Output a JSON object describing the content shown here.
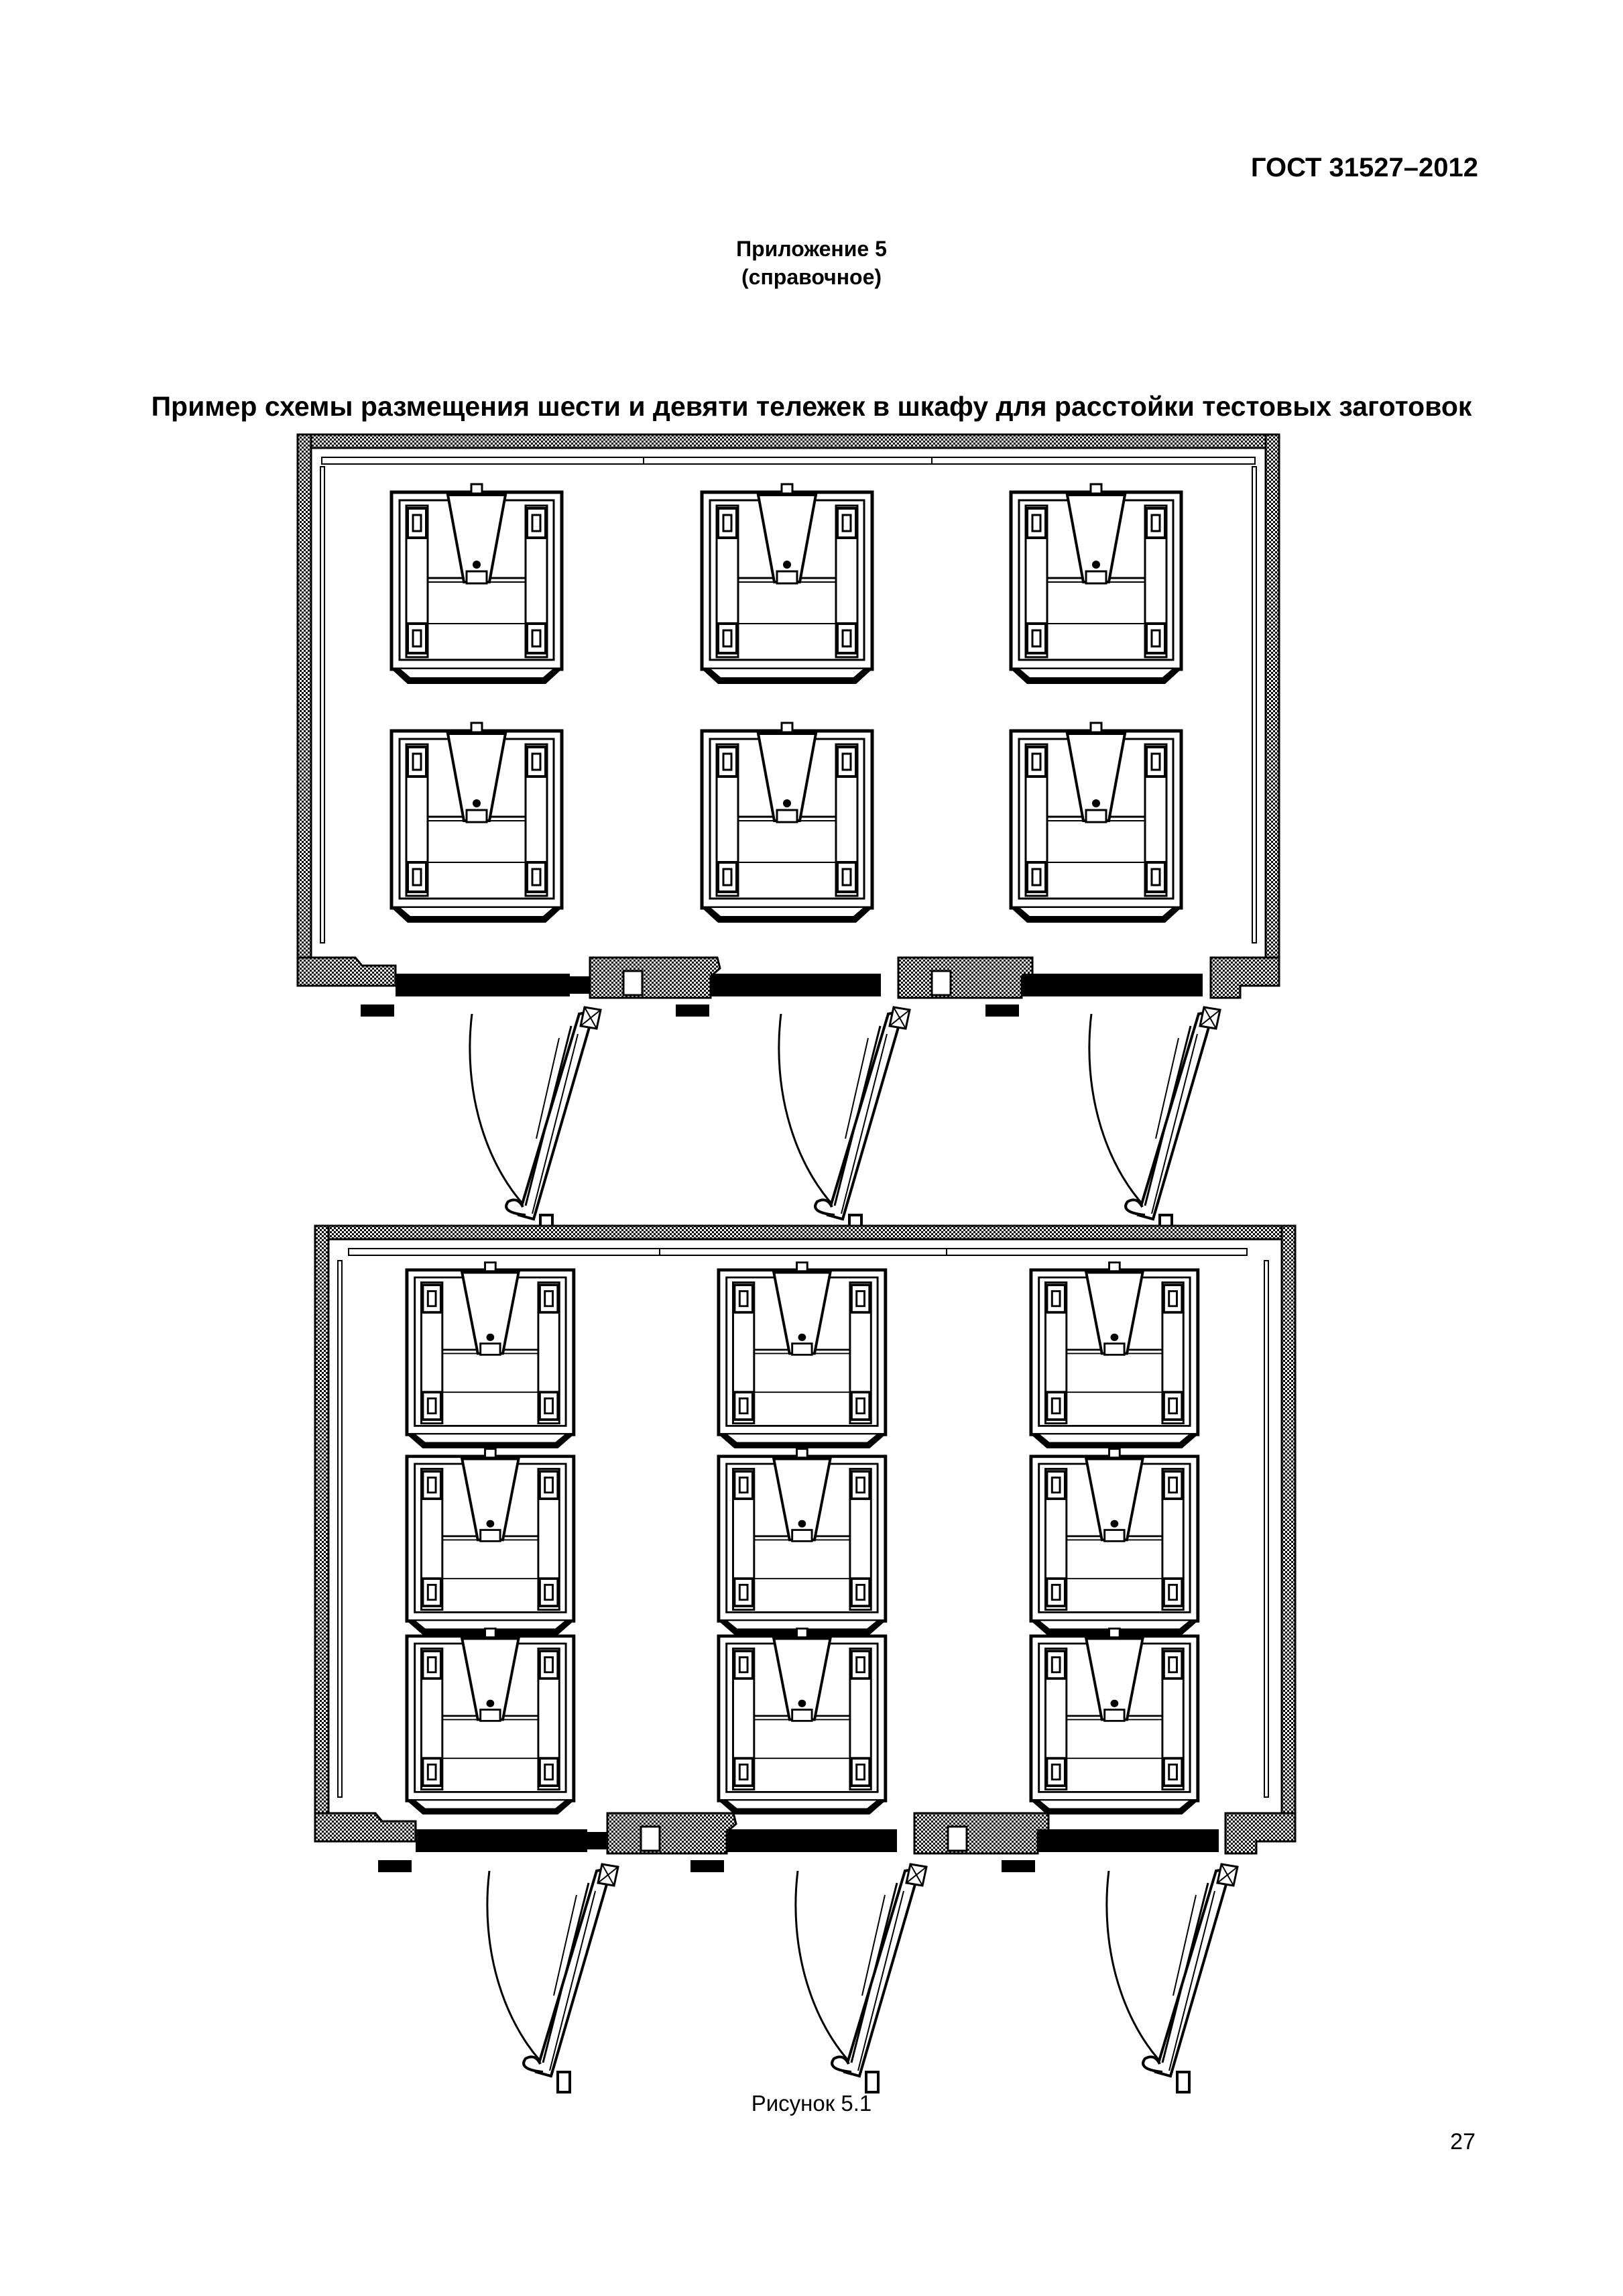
{
  "header": {
    "standard": "ГОСТ 31527–2012"
  },
  "appendix": {
    "line1": "Приложение 5",
    "line2": "(справочное)"
  },
  "title": "Пример схемы размещения шести и девяти тележек в шкафу для расстойки тестовых заготовок",
  "figure": {
    "caption": "Рисунок 5.1",
    "plans": [
      {
        "name": "six-trolley-cabinet",
        "columns": 3,
        "rows": 2,
        "doors": 3
      },
      {
        "name": "nine-trolley-cabinet",
        "columns": 3,
        "rows": 3,
        "doors": 3
      }
    ]
  },
  "page_number": "27"
}
